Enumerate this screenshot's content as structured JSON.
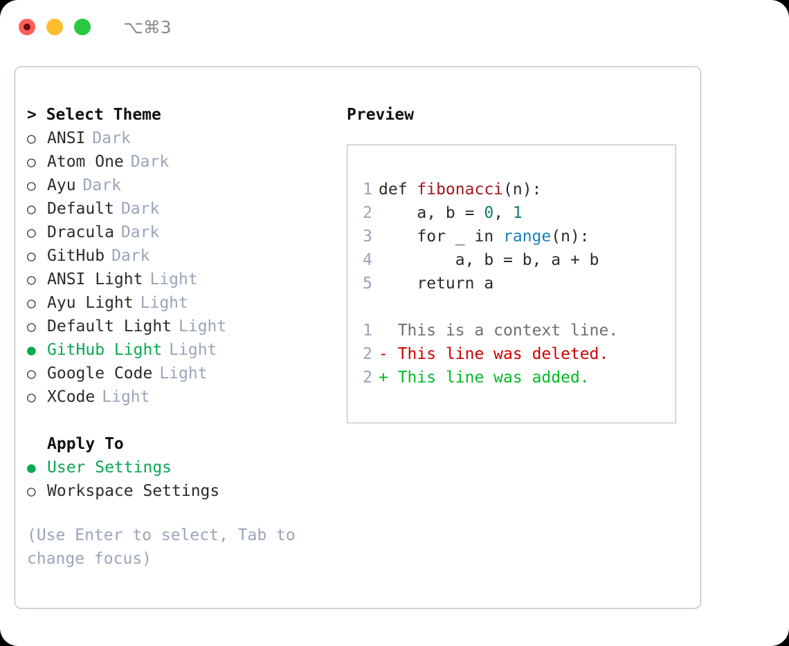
{
  "titlebar": {
    "shortcut": "⌥⌘3",
    "lights": [
      {
        "name": "close",
        "color": "#ff5f57"
      },
      {
        "name": "minimize",
        "color": "#ffbd2e"
      },
      {
        "name": "zoom",
        "color": "#28c840"
      }
    ]
  },
  "theme_section": {
    "caret": "> ",
    "title": "Select Theme",
    "marker_selected": "●",
    "marker_unselected": "○",
    "items": [
      {
        "label": "ANSI",
        "tag": "Dark",
        "selected": false
      },
      {
        "label": "Atom One",
        "tag": "Dark",
        "selected": false
      },
      {
        "label": "Ayu",
        "tag": "Dark",
        "selected": false
      },
      {
        "label": "Default",
        "tag": "Dark",
        "selected": false
      },
      {
        "label": "Dracula",
        "tag": "Dark",
        "selected": false
      },
      {
        "label": "GitHub",
        "tag": "Dark",
        "selected": false
      },
      {
        "label": "ANSI Light",
        "tag": "Light",
        "selected": false
      },
      {
        "label": "Ayu Light",
        "tag": "Light",
        "selected": false
      },
      {
        "label": "Default Light",
        "tag": "Light",
        "selected": false
      },
      {
        "label": "GitHub Light",
        "tag": "Light",
        "selected": true
      },
      {
        "label": "Google Code",
        "tag": "Light",
        "selected": false
      },
      {
        "label": "XCode",
        "tag": "Light",
        "selected": false
      }
    ]
  },
  "apply_section": {
    "title": "Apply To",
    "items": [
      {
        "label": "User Settings",
        "selected": true
      },
      {
        "label": "Workspace Settings",
        "selected": false
      }
    ]
  },
  "hint": "(Use Enter to select, Tab to change focus)",
  "preview": {
    "title": "Preview",
    "code_lines": [
      {
        "num": "1",
        "segments": [
          {
            "text": "def ",
            "style": "plain"
          },
          {
            "text": "fibonacci",
            "style": "fn"
          },
          {
            "text": "(n):",
            "style": "plain"
          }
        ]
      },
      {
        "num": "2",
        "segments": [
          {
            "text": "    a, b = ",
            "style": "plain"
          },
          {
            "text": "0",
            "style": "num"
          },
          {
            "text": ", ",
            "style": "plain"
          },
          {
            "text": "1",
            "style": "num"
          }
        ]
      },
      {
        "num": "3",
        "segments": [
          {
            "text": "    for _ in ",
            "style": "plain"
          },
          {
            "text": "range",
            "style": "call"
          },
          {
            "text": "(n):",
            "style": "plain"
          }
        ]
      },
      {
        "num": "4",
        "segments": [
          {
            "text": "        a, b = b, a + b",
            "style": "plain"
          }
        ]
      },
      {
        "num": "5",
        "segments": [
          {
            "text": "    return a",
            "style": "plain"
          }
        ]
      }
    ],
    "diff_lines": [
      {
        "num": "1",
        "sign": "  ",
        "text": "This is a context line.",
        "kind": "context"
      },
      {
        "num": "2",
        "sign": "- ",
        "text": "This line was deleted.",
        "kind": "deleted"
      },
      {
        "num": "2",
        "sign": "+ ",
        "text": "This line was added.",
        "kind": "added"
      }
    ]
  },
  "colors": {
    "accent_green": "#0aa84f",
    "muted": "#9aa5b8",
    "border": "#aab3c2",
    "line_number": "#97a3b6",
    "syntax_function": "#a31621",
    "syntax_number": "#0f7a78",
    "syntax_call": "#1a80b8",
    "diff_deleted": "#cc0000",
    "diff_added": "#00bb22",
    "diff_context": "#6f6f6f"
  }
}
